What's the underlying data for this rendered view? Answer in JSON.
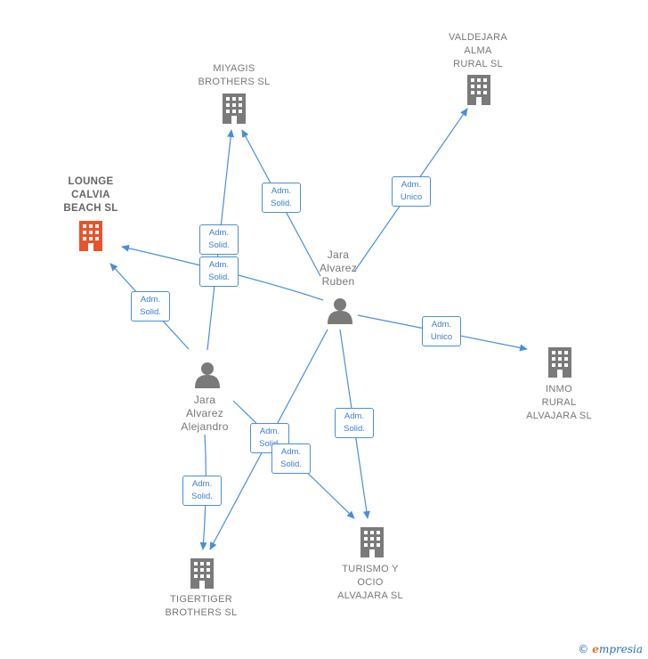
{
  "colors": {
    "edge": "#4a8fd6",
    "building": "#7a7a7a",
    "building_highlight": "#e8542a",
    "person": "#7a7a7a"
  },
  "nodes": {
    "miyagis": {
      "label": "MIYAGIS\nBROTHERS  SL",
      "icon": "building-icon"
    },
    "valdejara": {
      "label": "VALDEJARA\nALMA\nRURAL  SL",
      "icon": "building-icon"
    },
    "lounge": {
      "label": "LOUNGE\nCALVIA\nBEACH  SL",
      "icon": "building-icon"
    },
    "inmo": {
      "label": "INMO\nRURAL\nALVAJARA SL",
      "icon": "building-icon"
    },
    "turismo": {
      "label": "TURISMO Y\nOCIO\nALVAJARA  SL",
      "icon": "building-icon"
    },
    "tigertiger": {
      "label": "TIGERTIGER\nBROTHERS  SL",
      "icon": "building-icon"
    },
    "ruben": {
      "label": "Jara\nAlvarez\nRuben",
      "icon": "person-icon"
    },
    "alejandro": {
      "label": "Jara\nAlvarez\nAlejandro",
      "icon": "person-icon"
    }
  },
  "edge_labels": {
    "e1": "Adm.\nSolid.",
    "e2": "Adm.\nUnico",
    "e3": "Adm.\nSolid.",
    "e4": "Adm.\nSolid.",
    "e5": "Adm.\nSolid.",
    "e6": "Adm.\nUnico",
    "e7": "Adm.\nSolid.",
    "e8": "Adm.\nSolid.",
    "e9": "Adm.\nSolid.",
    "e10": "Adm.\nSolid."
  },
  "footer": {
    "copyright": "©",
    "brand_initial": "e",
    "brand_rest": "mpresia"
  }
}
